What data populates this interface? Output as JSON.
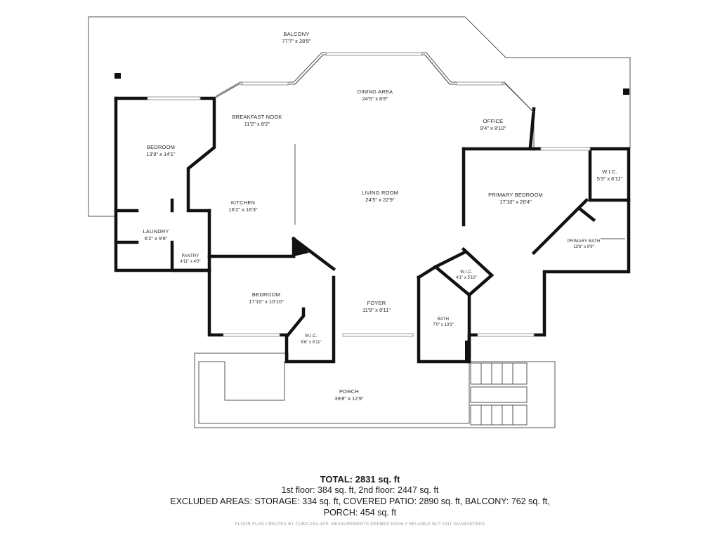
{
  "rooms": {
    "balcony": {
      "name": "BALCONY",
      "dims": "77'7\" x 28'5\""
    },
    "dining_area": {
      "name": "DINING AREA",
      "dims": "24'5\" x 8'8\""
    },
    "breakfast_nook": {
      "name": "BREAKFAST NOOK",
      "dims": "11'2\" x 8'2\""
    },
    "office": {
      "name": "OFFICE",
      "dims": "9'4\" x 8'10\""
    },
    "bedroom_1": {
      "name": "BEDROOM",
      "dims": "13'9\" x 14'1\""
    },
    "wic_primary": {
      "name": "W.I.C.",
      "dims": "5'3\" x 6'11\""
    },
    "living_room": {
      "name": "LIVING ROOM",
      "dims": "24'5\" x 22'9\""
    },
    "primary_bedroom": {
      "name": "PRIMARY BEDROOM",
      "dims": "17'10\" x 26'4\""
    },
    "kitchen": {
      "name": "KITCHEN",
      "dims": "16'2\" x 16'3\""
    },
    "primary_bath": {
      "name": "PRIMARY BATH",
      "dims": "13'6\" x 9'9\""
    },
    "laundry": {
      "name": "LAUNDRY",
      "dims": "6'2\" x 9'9\""
    },
    "pantry": {
      "name": "PANTRY",
      "dims": "4'11\" x 4'0\""
    },
    "wic_hall": {
      "name": "W.I.C.",
      "dims": "4'1\" x 5'10\""
    },
    "bedroom_2": {
      "name": "BEDROOM",
      "dims": "17'10\" x 10'10\""
    },
    "foyer": {
      "name": "FOYER",
      "dims": "11'9\" x 8'11\""
    },
    "bath": {
      "name": "BATH",
      "dims": "7'0\" x 13'3\""
    },
    "wic_bedroom2": {
      "name": "W.I.C.",
      "dims": "6'6\" x 6'11\""
    },
    "porch": {
      "name": "PORCH",
      "dims": "39'8\" x 12'9\""
    }
  },
  "summary": {
    "total": "TOTAL: 2831 sq. ft",
    "floors": "1st floor: 384 sq. ft, 2nd floor: 2447 sq. ft",
    "excluded": "EXCLUDED AREAS: STORAGE: 334 sq. ft, COVERED PATIO: 2890 sq. ft, BALCONY: 762 sq. ft,",
    "porch": "PORCH: 454 sq. ft"
  },
  "credit": "FLOOR PLAN CREATED BY CUBICASA APP. MEASUREMENTS DEEMED HIGHLY RELIABLE BUT NOT GUARANTEED"
}
